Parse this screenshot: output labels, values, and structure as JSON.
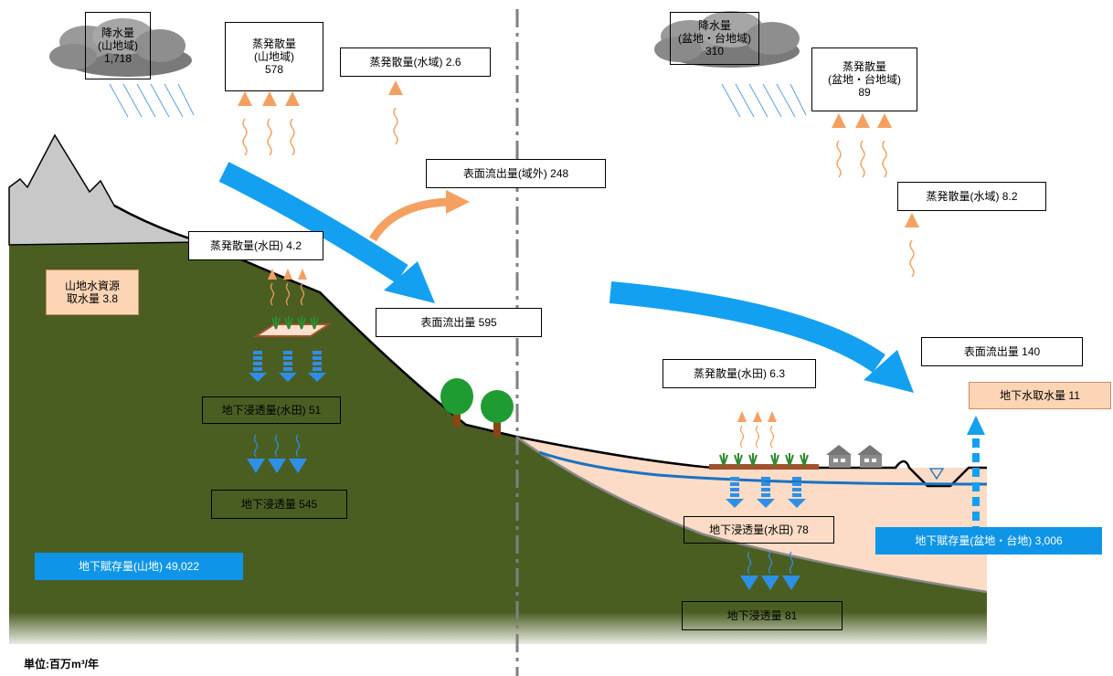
{
  "mountain": {
    "rain_title": "降水量",
    "rain_area": "(山地域)",
    "rain_value": "1,718",
    "evap_title": "蒸発散量",
    "evap_area": "(山地域)",
    "evap_value": "578",
    "evap_water": "蒸発散量(水域) 2.6",
    "evap_paddy": "蒸発散量(水田) 4.2",
    "intake_line1": "山地水資源",
    "intake_line2": "取水量 3.8",
    "infil_paddy": "地下浸透量(水田) 51",
    "infil": "地下浸透量 545",
    "storage": "地下賦存量(山地) 49,022"
  },
  "flows": {
    "surface_out": "表面流出量(域外) 248",
    "surface_mid": "表面流出量 595",
    "surface_basin": "表面流出量 140"
  },
  "basin": {
    "rain_title": "降水量",
    "rain_area": "(盆地・台地域)",
    "rain_value": "310",
    "evap_title": "蒸発散量",
    "evap_area": "(盆地・台地域)",
    "evap_value": "89",
    "evap_water": "蒸発散量(水域) 8.2",
    "evap_paddy": "蒸発散量(水田) 6.3",
    "gw_intake": "地下水取水量 11",
    "infil_paddy": "地下浸透量(水田) 78",
    "storage": "地下賦存量(盆地・台地) 3,006",
    "infil": "地下浸透量 81"
  },
  "unit": "単位:百万m³/年",
  "colors": {
    "mountain": "#4b5e22",
    "basin": "#fcdcc6",
    "snow": "#c8c8c8",
    "flow_arrow": "#14a0f0",
    "evap_arrow": "#f4a060",
    "infil_arrow": "#2e8fe6",
    "storage_box": "#0f95e8",
    "divider": "#7f7f7f"
  }
}
